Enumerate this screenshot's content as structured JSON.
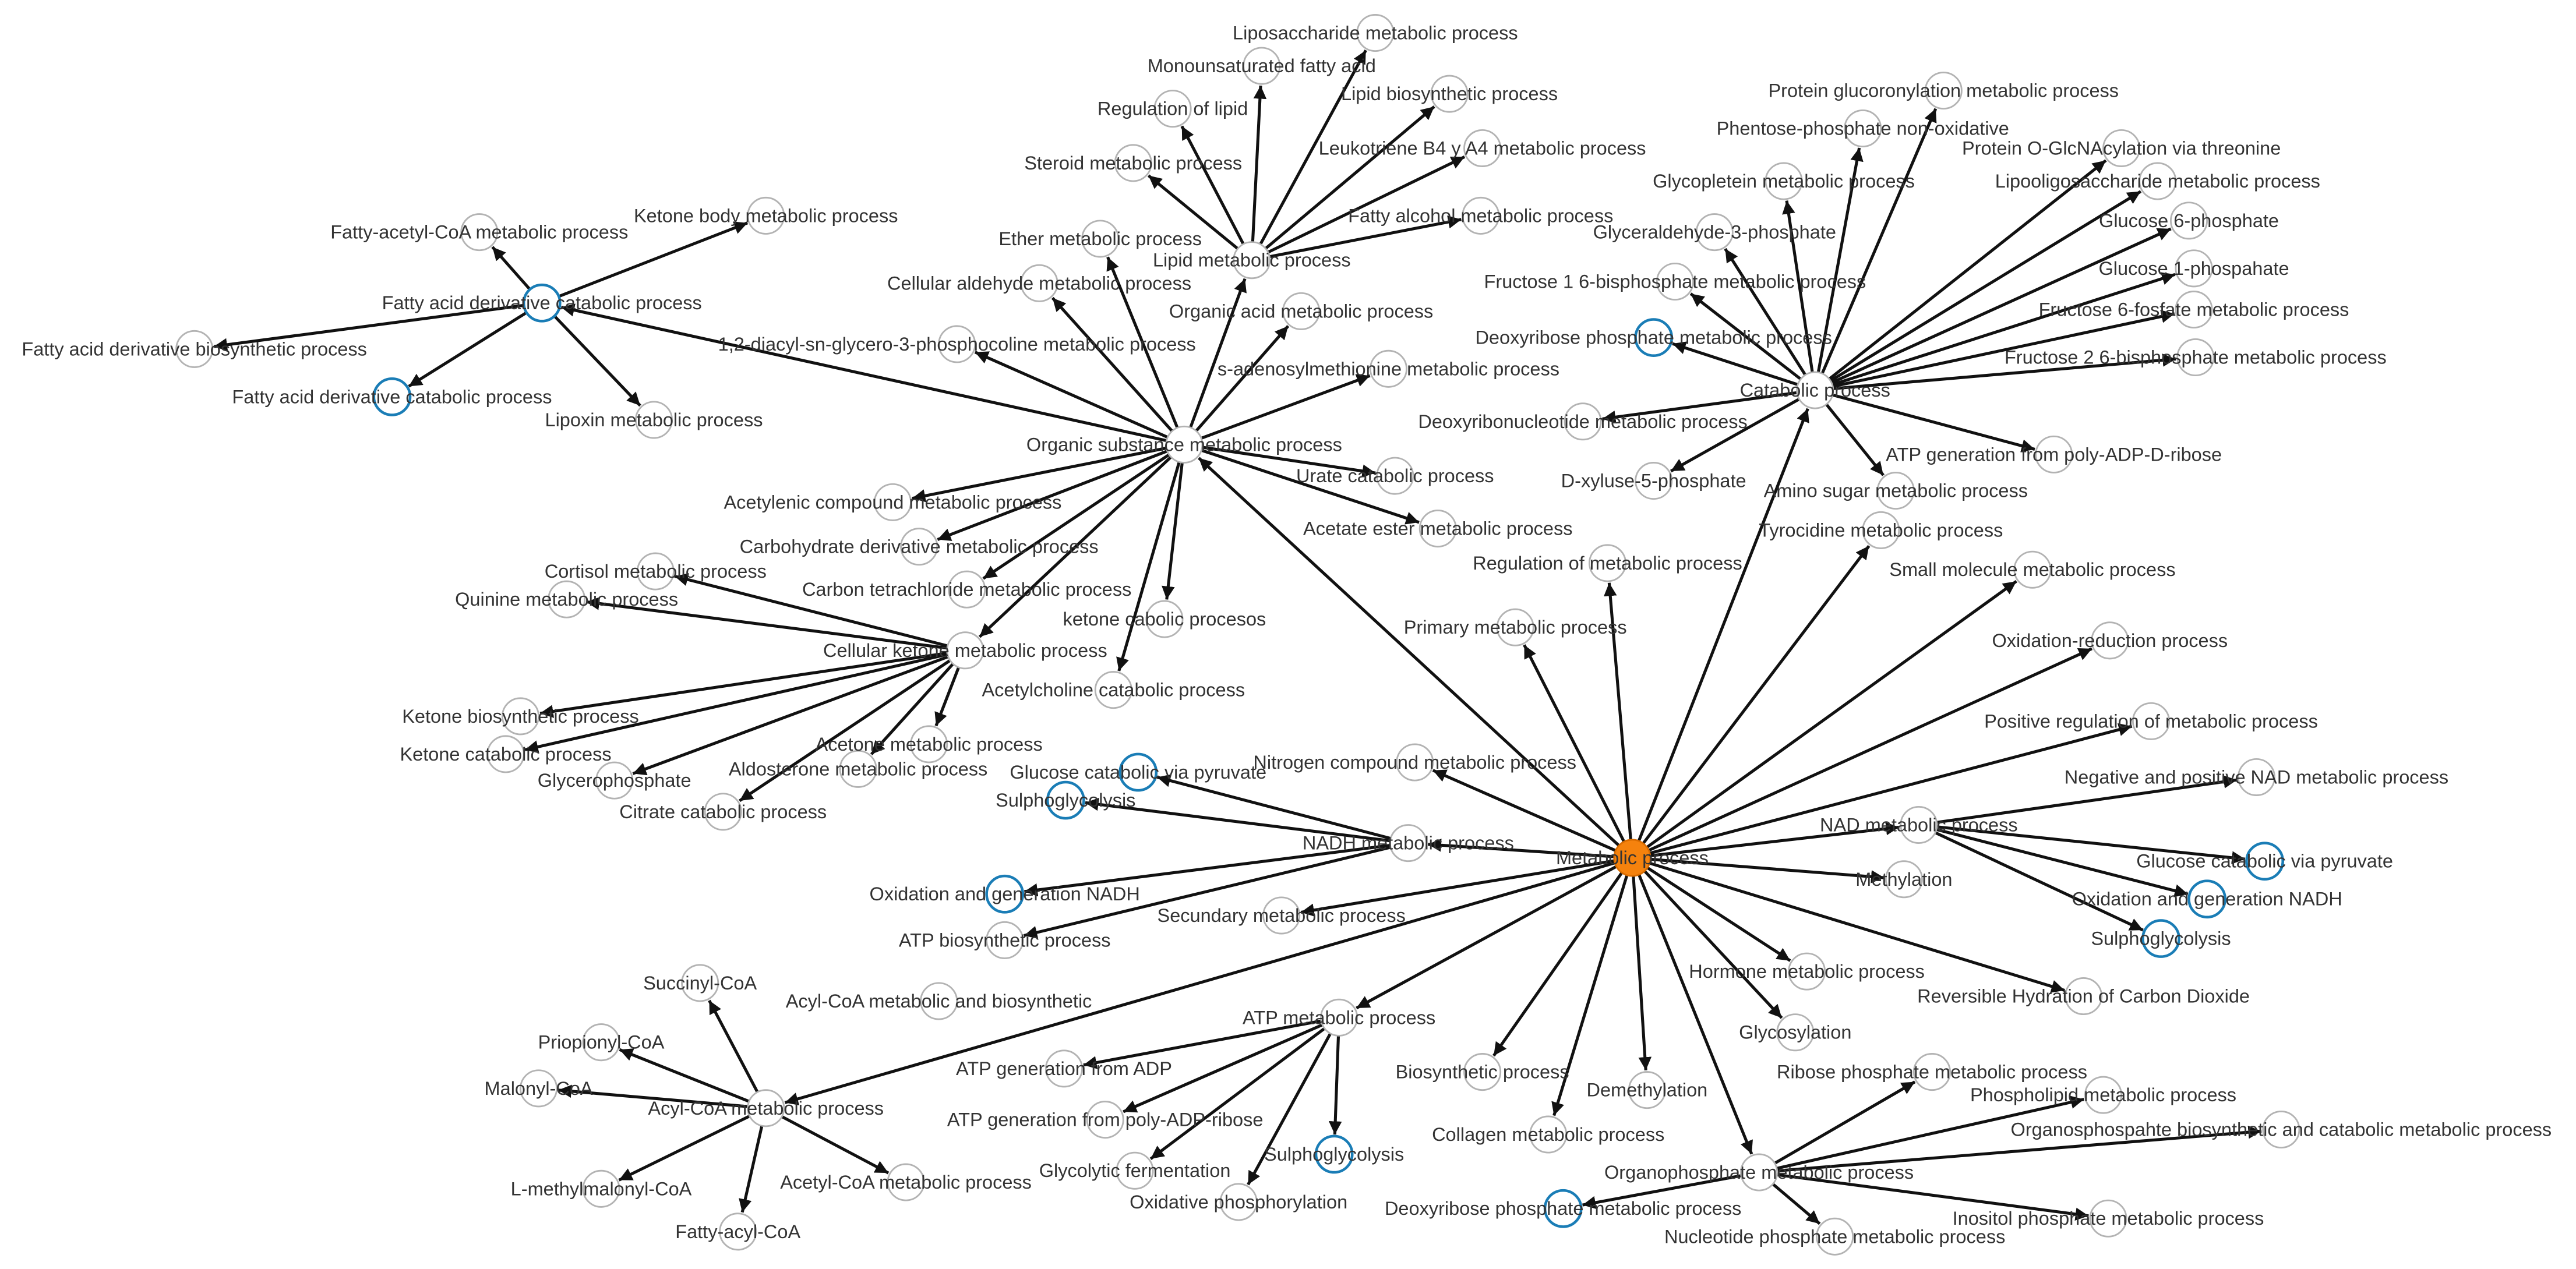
{
  "colors": {
    "background": "#ffffff",
    "hub_fill": "#f5820d",
    "hub_stroke": "#d96c00",
    "ring_stroke": "#1a7db6",
    "node_stroke": "#b3b3b3",
    "node_fill": "#ffffff",
    "edge": "#111111",
    "label": "#333333"
  },
  "nodes": [
    {
      "label": "Metabolic process",
      "hub": true
    },
    {
      "label": "Organic substance metabolic process"
    },
    {
      "label": "Catabolic process"
    },
    {
      "label": "Lipid metabolic process"
    },
    {
      "label": "Liposaccharide metabolic process"
    },
    {
      "label": "Monounsaturated fatty acid"
    },
    {
      "label": "Lipid biosynthetic process"
    },
    {
      "label": "Regulation of lipid"
    },
    {
      "label": "Leukotriene B4 y A4 metabolic process"
    },
    {
      "label": "Steroid metabolic process"
    },
    {
      "label": "Fatty alcohol metabolic process"
    },
    {
      "label": "Ether metabolic process"
    },
    {
      "label": "Cellular aldehyde metabolic process"
    },
    {
      "label": "Organic acid metabolic process"
    },
    {
      "label": "1,2-diacyl-sn-glycero-3-phosphocoline metabolic process"
    },
    {
      "label": "s-adenosylmethionine metabolic process"
    },
    {
      "label": "Urate catabolic process"
    },
    {
      "label": "Acetate ester metabolic process"
    },
    {
      "label": "Fatty acid derivative catabolic process",
      "ring": true
    },
    {
      "label": "Fatty-acetyl-CoA metabolic process"
    },
    {
      "label": "Ketone body metabolic process"
    },
    {
      "label": "Fatty acid derivative biosynthetic process"
    },
    {
      "label": "Fatty acid derivative catabolic process",
      "ring": true
    },
    {
      "label": "Lipoxin metabolic process"
    },
    {
      "label": "Acetylenic compound metabolic process"
    },
    {
      "label": "Carbohydrate derivative metabolic process"
    },
    {
      "label": "Carbon tetrachloride metabolic process"
    },
    {
      "label": "ketone cabolic procesos"
    },
    {
      "label": "Acetylcholine catabolic process"
    },
    {
      "label": "Cellular ketone metabolic process"
    },
    {
      "label": "Cortisol metabolic process"
    },
    {
      "label": "Quinine metabolic process"
    },
    {
      "label": "Ketone biosynthetic process"
    },
    {
      "label": "Ketone catabolic process"
    },
    {
      "label": "Glycerophosphate"
    },
    {
      "label": "Citrate catabolic process"
    },
    {
      "label": "Aldosterone metabolic process"
    },
    {
      "label": "Acetone metabolic process"
    },
    {
      "label": "Nitrogen compound metabolic process"
    },
    {
      "label": "NADH metabolic process"
    },
    {
      "label": "Glucose catabolic via pyruvate",
      "ring": true
    },
    {
      "label": "Sulphoglycolysis",
      "ring": true
    },
    {
      "label": "Oxidation and generation NADH",
      "ring": true
    },
    {
      "label": "ATP biosynthetic process"
    },
    {
      "label": "Secundary metabolic process"
    },
    {
      "label": "Acyl-CoA metabolic and biosynthetic"
    },
    {
      "label": "ATP metabolic process"
    },
    {
      "label": "ATP generation from ADP"
    },
    {
      "label": "ATP generation from poly-ADP-ribose"
    },
    {
      "label": "Sulphoglycolysis",
      "ring": true
    },
    {
      "label": "Glycolytic fermentation"
    },
    {
      "label": "Oxidative phosphorylation"
    },
    {
      "label": "Acyl-CoA metabolic process"
    },
    {
      "label": "Succinyl-CoA"
    },
    {
      "label": "Priopionyl-CoA"
    },
    {
      "label": "Malonyl-CoA"
    },
    {
      "label": "L-methylmalonyl-CoA"
    },
    {
      "label": "Fatty-acyl-CoA"
    },
    {
      "label": "Acetyl-CoA metabolic process"
    },
    {
      "label": "Protein glucoronylation metabolic process"
    },
    {
      "label": "Phentose-phosphate non-oxidative"
    },
    {
      "label": "Protein O-GlcNAcylation via threonine"
    },
    {
      "label": "Glycopletein metabolic process"
    },
    {
      "label": "Lipooligosaccharide metabolic process"
    },
    {
      "label": "Glucose 6-phosphate"
    },
    {
      "label": "Glyceraldehyde-3-phosphate"
    },
    {
      "label": "Glucose 1-phospahate"
    },
    {
      "label": "Fructose 1 6-bisphosphate metabolic process"
    },
    {
      "label": "Fructose 6-fosfate metabolic process"
    },
    {
      "label": "Deoxyribose phosphate metabolic process",
      "ring": true
    },
    {
      "label": "Fructose 2 6-bisphosphate metabolic process"
    },
    {
      "label": "Deoxyribonucleotide metabolic process"
    },
    {
      "label": "ATP generation from poly-ADP-D-ribose"
    },
    {
      "label": "D-xyluse-5-phosphate"
    },
    {
      "label": "Amino sugar metabolic process"
    },
    {
      "label": "Tyrocidine metabolic process"
    },
    {
      "label": "Regulation of metabolic process"
    },
    {
      "label": "Small molecule metabolic process"
    },
    {
      "label": "Primary metabolic process"
    },
    {
      "label": "Oxidation-reduction process"
    },
    {
      "label": "Positive regulation of metabolic process"
    },
    {
      "label": "NAD metabolic process"
    },
    {
      "label": "Negative and positive NAD metabolic process"
    },
    {
      "label": "Glucose catabolic via pyruvate",
      "ring": true
    },
    {
      "label": "Oxidation and generation NADH",
      "ring": true
    },
    {
      "label": "Sulphoglycolysis",
      "ring": true
    },
    {
      "label": "Methylation"
    },
    {
      "label": "Hormone metabolic process"
    },
    {
      "label": "Reversible Hydration of Carbon Dioxide"
    },
    {
      "label": "Glycosylation"
    },
    {
      "label": "Biosynthetic process"
    },
    {
      "label": "Demethylation"
    },
    {
      "label": "Collagen metabolic process"
    },
    {
      "label": "Organophosphate metabolic process"
    },
    {
      "label": "Ribose phosphate metabolic process"
    },
    {
      "label": "Phospholipid metabolic process"
    },
    {
      "label": "Organosphospahte biosynthetic and catabolic metabolic process"
    },
    {
      "label": "Inositol phosphate metabolic process"
    },
    {
      "label": "Nucleotide phosphate metabolic process"
    },
    {
      "label": "Deoxyribose phosphate metabolic process",
      "ring": true
    }
  ],
  "edges": [
    [
      0,
      1
    ],
    [
      0,
      2
    ],
    [
      0,
      76
    ],
    [
      0,
      78
    ],
    [
      0,
      75
    ],
    [
      0,
      77
    ],
    [
      0,
      79
    ],
    [
      0,
      80
    ],
    [
      0,
      81
    ],
    [
      0,
      86
    ],
    [
      0,
      88
    ],
    [
      0,
      87
    ],
    [
      0,
      89
    ],
    [
      0,
      93
    ],
    [
      0,
      91
    ],
    [
      0,
      92
    ],
    [
      0,
      90
    ],
    [
      0,
      46
    ],
    [
      0,
      52
    ],
    [
      0,
      44
    ],
    [
      0,
      39
    ],
    [
      0,
      38
    ],
    [
      1,
      3
    ],
    [
      1,
      11
    ],
    [
      1,
      12
    ],
    [
      1,
      14
    ],
    [
      1,
      18
    ],
    [
      1,
      13
    ],
    [
      1,
      15
    ],
    [
      1,
      16
    ],
    [
      1,
      17
    ],
    [
      1,
      27
    ],
    [
      1,
      28
    ],
    [
      1,
      26
    ],
    [
      1,
      25
    ],
    [
      1,
      24
    ],
    [
      1,
      29
    ],
    [
      3,
      4
    ],
    [
      3,
      5
    ],
    [
      3,
      6
    ],
    [
      3,
      7
    ],
    [
      3,
      8
    ],
    [
      3,
      9
    ],
    [
      3,
      10
    ],
    [
      18,
      19
    ],
    [
      18,
      20
    ],
    [
      18,
      21
    ],
    [
      18,
      22
    ],
    [
      18,
      23
    ],
    [
      29,
      30
    ],
    [
      29,
      31
    ],
    [
      29,
      32
    ],
    [
      29,
      33
    ],
    [
      29,
      34
    ],
    [
      29,
      35
    ],
    [
      29,
      36
    ],
    [
      29,
      37
    ],
    [
      39,
      40
    ],
    [
      39,
      41
    ],
    [
      39,
      42
    ],
    [
      39,
      43
    ],
    [
      46,
      47
    ],
    [
      46,
      48
    ],
    [
      46,
      49
    ],
    [
      46,
      50
    ],
    [
      46,
      51
    ],
    [
      52,
      53
    ],
    [
      52,
      54
    ],
    [
      52,
      55
    ],
    [
      52,
      56
    ],
    [
      52,
      57
    ],
    [
      52,
      58
    ],
    [
      2,
      59
    ],
    [
      2,
      60
    ],
    [
      2,
      61
    ],
    [
      2,
      62
    ],
    [
      2,
      63
    ],
    [
      2,
      64
    ],
    [
      2,
      65
    ],
    [
      2,
      66
    ],
    [
      2,
      67
    ],
    [
      2,
      68
    ],
    [
      2,
      69
    ],
    [
      2,
      70
    ],
    [
      2,
      71
    ],
    [
      2,
      72
    ],
    [
      2,
      73
    ],
    [
      2,
      74
    ],
    [
      81,
      82
    ],
    [
      81,
      83
    ],
    [
      81,
      84
    ],
    [
      81,
      85
    ],
    [
      93,
      94
    ],
    [
      93,
      95
    ],
    [
      93,
      96
    ],
    [
      93,
      97
    ],
    [
      93,
      98
    ],
    [
      93,
      99
    ]
  ]
}
